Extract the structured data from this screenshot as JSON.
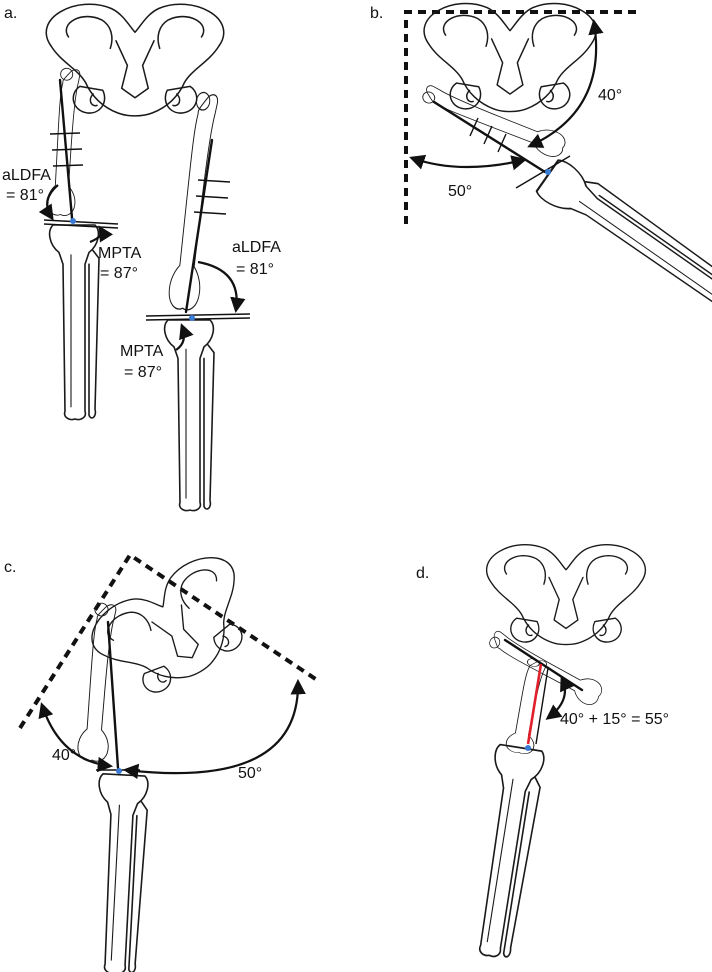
{
  "panels": {
    "a": {
      "letter": "a.",
      "left_aldfa_1": "aLDFA",
      "left_aldfa_2": "= 81°",
      "left_mpta_1": "MPTA",
      "left_mpta_2": "= 87°",
      "right_aldfa_1": "aLDFA",
      "right_aldfa_2": "= 81°",
      "right_mpta_1": "MPTA",
      "right_mpta_2": "= 87°"
    },
    "b": {
      "letter": "b.",
      "angle_top": "40°",
      "angle_left": "50°"
    },
    "c": {
      "letter": "c.",
      "angle_left": "40°",
      "angle_right": "50°"
    },
    "d": {
      "letter": "d.",
      "equation": "40° + 15° = 55°"
    }
  },
  "colors": {
    "line": "#111111",
    "mechanical_axis": "#e0202a",
    "knee_center": "#3a7bd5"
  }
}
